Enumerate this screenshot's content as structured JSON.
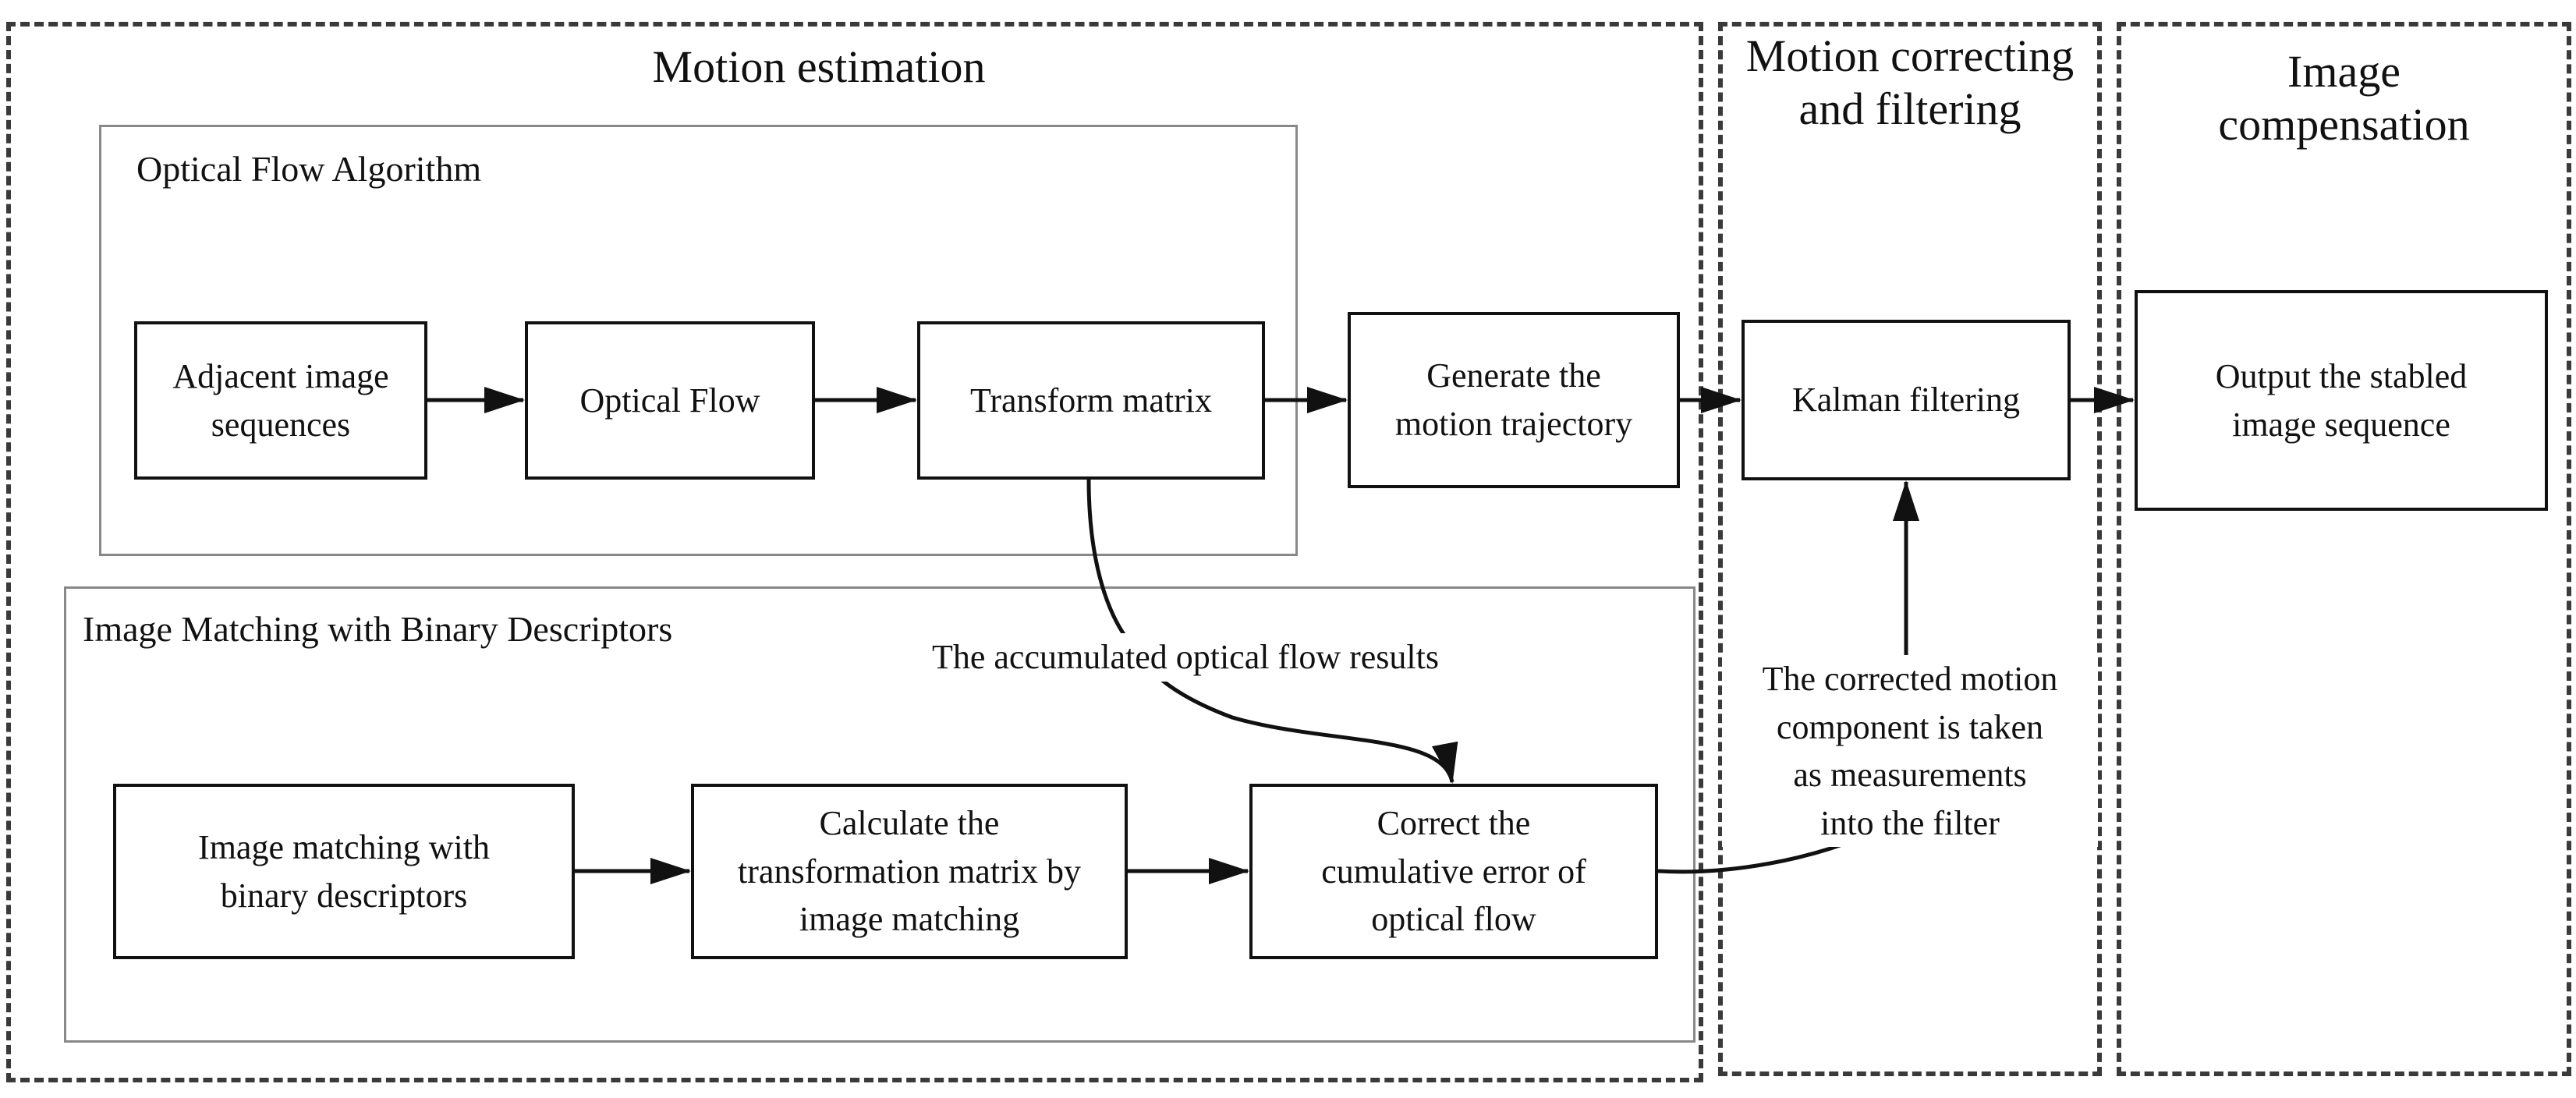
{
  "regions": {
    "motion_estimation": "Motion estimation",
    "motion_correcting": "Motion correcting\nand filtering",
    "image_compensation": "Image\ncompensation"
  },
  "groups": {
    "optical_flow": "Optical Flow Algorithm",
    "image_matching": "Image Matching with Binary Descriptors"
  },
  "boxes": {
    "adjacent": "Adjacent image\nsequences",
    "optical_flow": "Optical Flow",
    "transform_matrix": "Transform matrix",
    "generate_trajectory": "Generate the\nmotion trajectory",
    "kalman": "Kalman filtering",
    "output": "Output the stabled\nimage sequence",
    "image_matching": "Image matching with\nbinary descriptors",
    "calculate": "Calculate the\ntransformation matrix by\nimage matching",
    "correct": "Correct the\ncumulative error of\noptical flow"
  },
  "labels": {
    "accumulated": "The accumulated optical flow results",
    "corrected": "The corrected motion\ncomponent is taken\nas measurements\ninto the filter"
  }
}
